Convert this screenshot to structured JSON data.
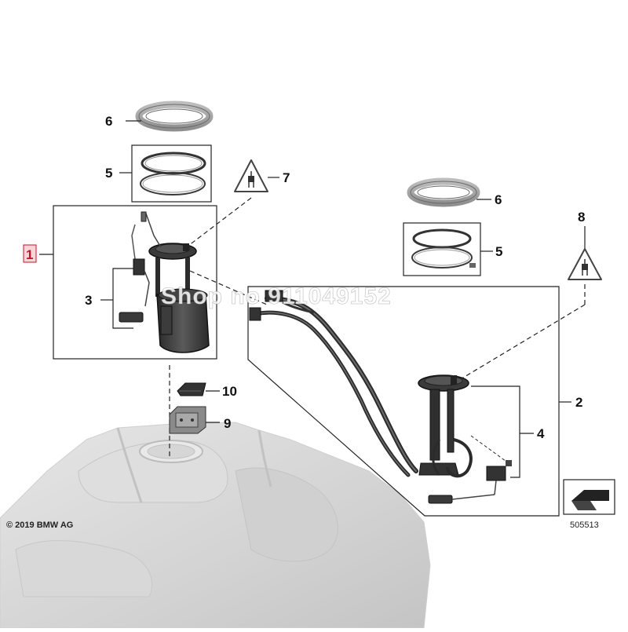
{
  "diagram": {
    "callouts": {
      "c1": "1",
      "c2": "2",
      "c3": "3",
      "c4": "4",
      "c5a": "5",
      "c5b": "5",
      "c6a": "6",
      "c6b": "6",
      "c7": "7",
      "c8": "8",
      "c9": "9",
      "c10": "10"
    },
    "copyright": "© 2019 BMW AG",
    "diagram_number": "505513",
    "watermark": "Shop no 911049152"
  },
  "colors": {
    "highlight_callout": "#c8102e",
    "line": "#222222",
    "tank": "#d9d9d9"
  },
  "icons": [
    "electrical-connector-warning-icon",
    "diagram-reference-icon"
  ]
}
